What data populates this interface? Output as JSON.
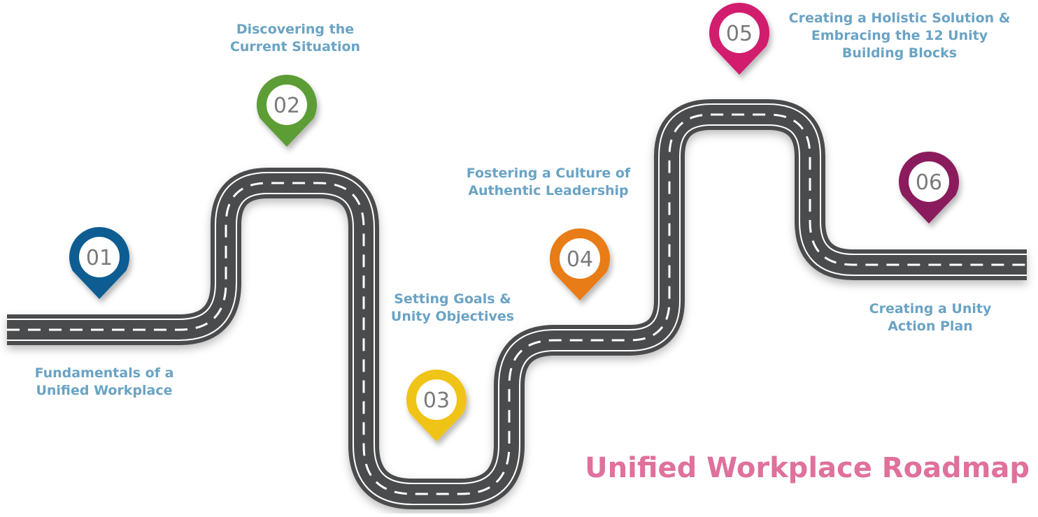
{
  "title": "Unified Workplace Roadmap",
  "title_color": "#e0709c",
  "label_color": "#6aa3c4",
  "road": {
    "asphalt": "#4a4b4d",
    "edge": "#ffffff",
    "dash": "#ffffff"
  },
  "milestones": [
    {
      "number": "01",
      "color": "#0f5d93",
      "lines": [
        "Fundamentals of a",
        "Unified Workplace"
      ]
    },
    {
      "number": "02",
      "color": "#5c9d35",
      "lines": [
        "Discovering the",
        "Current Situation"
      ]
    },
    {
      "number": "03",
      "color": "#f0c414",
      "lines": [
        "Setting Goals &",
        "Unity Objectives"
      ]
    },
    {
      "number": "04",
      "color": "#e87b14",
      "lines": [
        "Fostering a Culture of",
        "Authentic Leadership"
      ]
    },
    {
      "number": "05",
      "color": "#d21c6e",
      "lines": [
        "Creating a Holistic Solution &",
        "Embracing the 12 Unity",
        "Building Blocks"
      ]
    },
    {
      "number": "06",
      "color": "#8a1d5d",
      "lines": [
        "Creating a Unity",
        "Action Plan"
      ]
    }
  ]
}
